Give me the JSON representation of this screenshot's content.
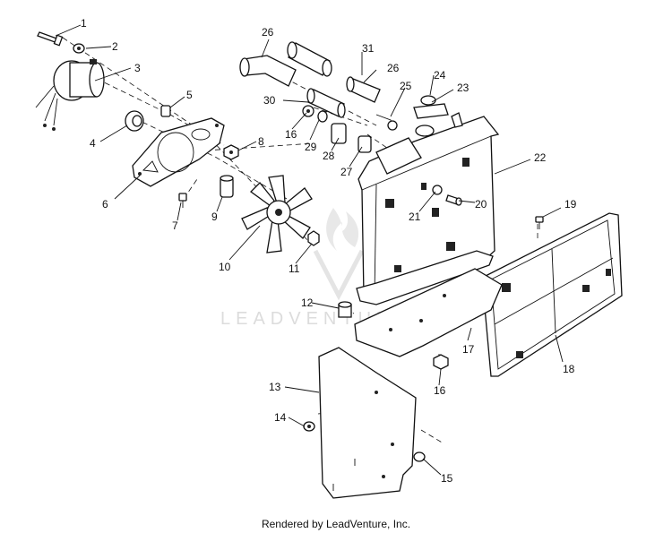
{
  "diagram": {
    "callouts": [
      "1",
      "2",
      "3",
      "4",
      "5",
      "6",
      "7",
      "8",
      "9",
      "10",
      "11",
      "12",
      "13",
      "14",
      "15",
      "16",
      "16",
      "17",
      "18",
      "19",
      "20",
      "21",
      "22",
      "23",
      "24",
      "25",
      "26",
      "26",
      "27",
      "28",
      "29",
      "30",
      "31"
    ]
  },
  "watermark": "LEADVENTURE",
  "footer": "Rendered by LeadVenture, Inc."
}
